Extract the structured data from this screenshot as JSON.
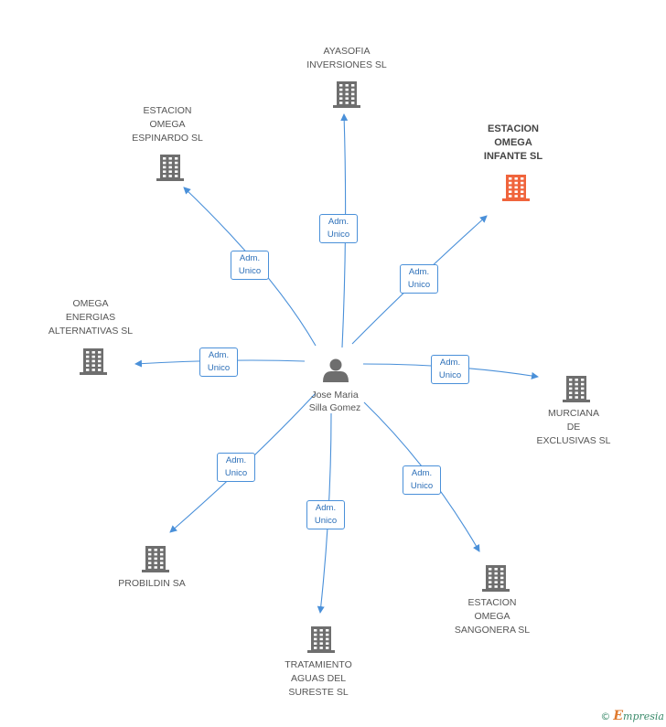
{
  "person": {
    "line1": "Jose Maria",
    "line2": "Silla Gomez",
    "icon": "person-icon"
  },
  "colors": {
    "edge": "#4a90d9",
    "building": "#6e6e6e",
    "highlight": "#f0643c"
  },
  "role": {
    "line1": "Adm.",
    "line2": "Unico"
  },
  "companies": [
    {
      "key": "ayasofia",
      "lines": [
        "AYASOFIA",
        "INVERSIONES SL"
      ],
      "highlight": false
    },
    {
      "key": "espinardo",
      "lines": [
        "ESTACION",
        "OMEGA",
        "ESPINARDO  SL"
      ],
      "highlight": false
    },
    {
      "key": "infante",
      "lines": [
        "ESTACION",
        "OMEGA",
        "INFANTE SL"
      ],
      "highlight": true
    },
    {
      "key": "energias",
      "lines": [
        "OMEGA",
        "ENERGIAS",
        "ALTERNATIVAS SL"
      ],
      "highlight": false
    },
    {
      "key": "murciana",
      "lines": [
        "MURCIANA",
        "DE",
        "EXCLUSIVAS SL"
      ],
      "highlight": false
    },
    {
      "key": "probildin",
      "lines": [
        "PROBILDIN SA"
      ],
      "highlight": false
    },
    {
      "key": "tratamiento",
      "lines": [
        "TRATAMIENTO",
        "AGUAS DEL",
        "SURESTE SL"
      ],
      "highlight": false
    },
    {
      "key": "sangonera",
      "lines": [
        "ESTACION",
        "OMEGA",
        "SANGONERA SL"
      ],
      "highlight": false
    }
  ],
  "footer": {
    "copyright": "©",
    "brand_initial": "E",
    "brand_rest": "mpresia"
  }
}
